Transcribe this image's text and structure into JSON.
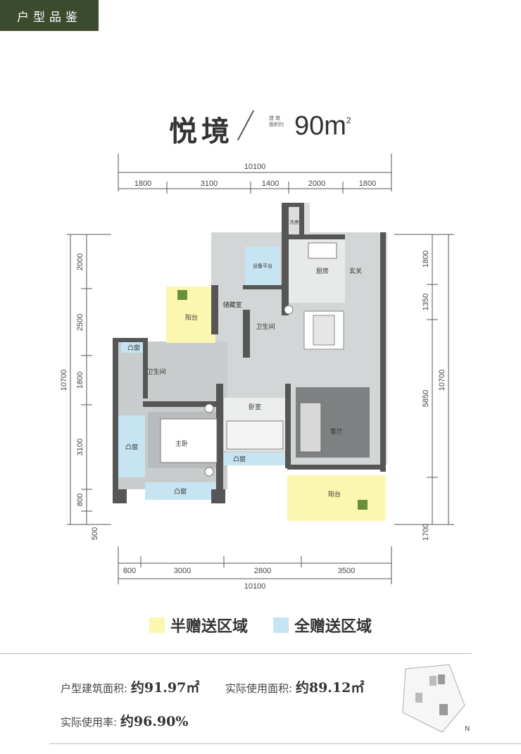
{
  "header": {
    "tag": "户型品鉴"
  },
  "title": {
    "name": "悦境",
    "note_lines": [
      "建 筑",
      "面积约"
    ],
    "area": "90m",
    "area_sup": "2"
  },
  "dimensions": {
    "top_total": "10100",
    "top_segments": [
      "1800",
      "3100",
      "1400",
      "2000",
      "1800"
    ],
    "bottom_total": "10100",
    "bottom_segments": [
      "800",
      "3000",
      "2800",
      "3500"
    ],
    "left_total": "10700",
    "left_segments": [
      "2000",
      "2500",
      "1800",
      "3100",
      "800",
      "500"
    ],
    "right_total": "10700",
    "right_segments": [
      "1800",
      "1350",
      "5850",
      "1700"
    ]
  },
  "rooms": {
    "kitchen": "厨房",
    "entry": "玄关",
    "storage": "储藏室",
    "bathroom_a": "卫生间",
    "bathroom_b": "卫生间",
    "balcony_a": "阳台",
    "balcony_b": "阳台",
    "bay_a": "凸窗",
    "bay_b": "凸窗",
    "bay_c": "凸窗",
    "bay_d": "凸窗",
    "master": "主卧",
    "bedroom": "卧室",
    "living": "客厅",
    "equipment": "设备平台",
    "cold_room": "冷房"
  },
  "legend": [
    {
      "label": "半赠送区域",
      "color": "#fbf7b0"
    },
    {
      "label": "全赠送区域",
      "color": "#c6e4f1"
    }
  ],
  "stats": {
    "build_label": "户型建筑面积:",
    "build_value": "约91.97㎡",
    "use_label": "实际使用面积:",
    "use_value": "约89.12㎡",
    "rate_label": "实际使用率:",
    "rate_value": "约96.90%"
  },
  "north": "N",
  "colors": {
    "header_bg": "#3c4a2e",
    "half_gift": "#fbf7b0",
    "full_gift": "#c6e4f1",
    "wall": "#555555",
    "floor": "#cfd2d2"
  }
}
